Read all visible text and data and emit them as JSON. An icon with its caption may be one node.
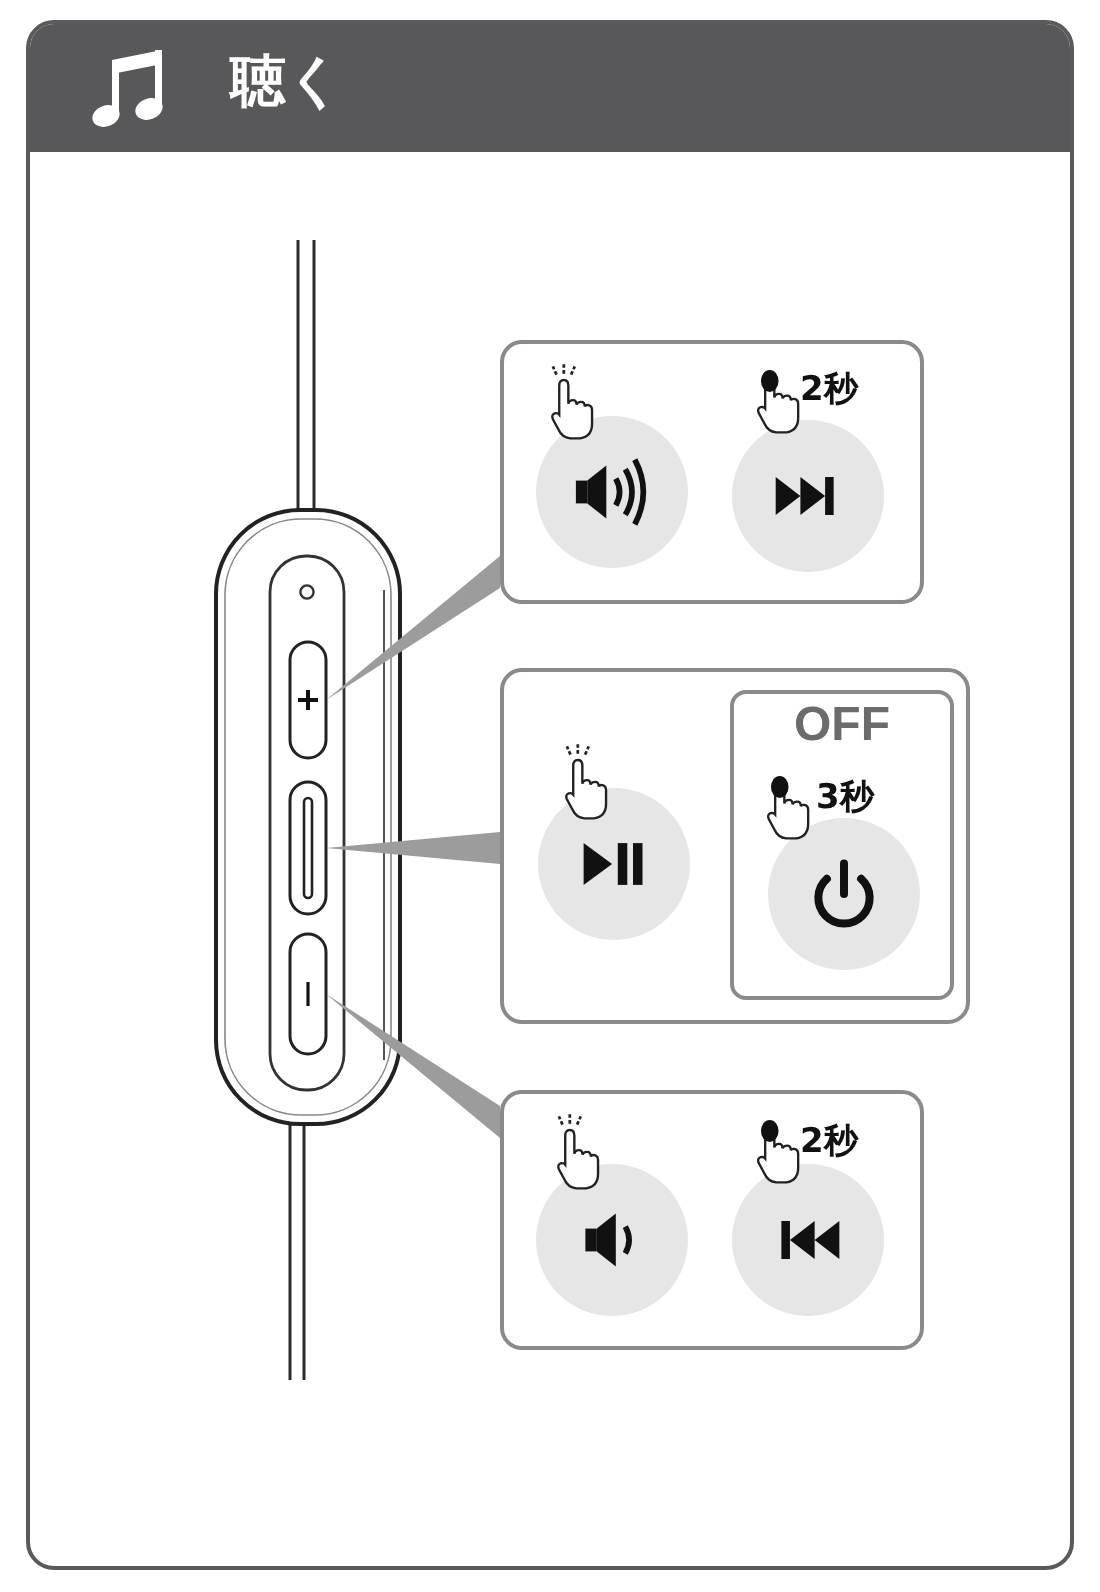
{
  "diagram": {
    "title": "聴く",
    "nodes": [
      {
        "text": [],
        "shape": "picture"
      },
      {
        "text": [],
        "shape": "button",
        "in": 0
      },
      {
        "text": [],
        "shape": "button",
        "in": 0
      },
      {
        "text": [],
        "shape": "button",
        "in": 0
      },
      {
        "text": [
          "2秒"
        ]
      },
      {
        "text": [],
        "shape": "box"
      },
      {
        "text": [
          "OFF",
          "3秒"
        ],
        "in": 5
      },
      {
        "text": [
          "2秒"
        ]
      }
    ],
    "edges": [
      {
        "from": 4,
        "to": 1,
        "arrow": "none"
      },
      {
        "from": 5,
        "to": 2,
        "arrow": "none"
      },
      {
        "from": 7,
        "to": 3,
        "arrow": "none"
      }
    ]
  }
}
